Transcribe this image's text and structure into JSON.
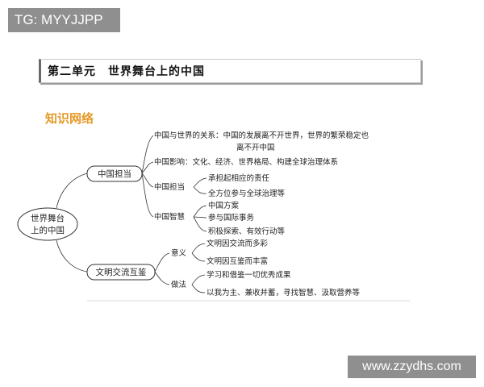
{
  "watermarks": {
    "top": "TG: MYYJJPP",
    "bottom": "www.zzydhs.com"
  },
  "unit_title": "第二单元　世界舞台上的中国",
  "section_title": "知识网络",
  "mindmap": {
    "root": {
      "line1": "世界舞台",
      "line2": "上的中国"
    },
    "branch_china_responsibility": {
      "label": "中国担当",
      "relation_line1": "中国与世界的关系：中国的发展离不开世界，世界的繁荣稳定也",
      "relation_line2": "离不开中国",
      "influence": "中国影响：文化、经济、世界格局、构建全球治理体系",
      "responsibility_label": "中国担当",
      "responsibility_items": [
        "承担起相应的责任",
        "全方位参与全球治理等"
      ],
      "wisdom_label": "中国智慧",
      "wisdom_items": [
        "中国方案",
        "参与国际事务",
        "积极探索、有效行动等"
      ]
    },
    "branch_civilization": {
      "label": "文明交流互鉴",
      "meaning_label": "意义",
      "meaning_items": [
        "文明因交流而多彩",
        "文明因互鉴而丰富"
      ],
      "method_label": "做法",
      "method_items": [
        "学习和借鉴一切优秀成果",
        "以我为主、兼收并蓄，寻找智慧、汲取营养等"
      ]
    }
  }
}
